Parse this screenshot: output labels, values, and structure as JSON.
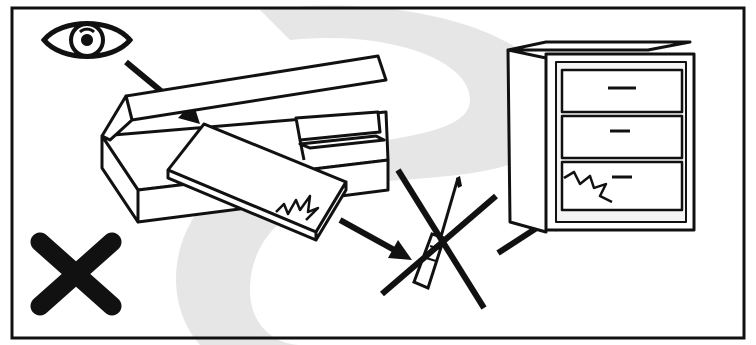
{
  "illustration": {
    "panels": [
      "inspect-box",
      "do-not-use-tool",
      "damaged-dresser"
    ],
    "icons": [
      "eye-icon",
      "prohibited-x-icon",
      "crossed-out-screwdriver-icon"
    ],
    "colors": {
      "ink": "#111111",
      "background": "#ffffff",
      "watermark": "#e6e6e6",
      "drawer_fill": "#f4f4f4"
    }
  }
}
